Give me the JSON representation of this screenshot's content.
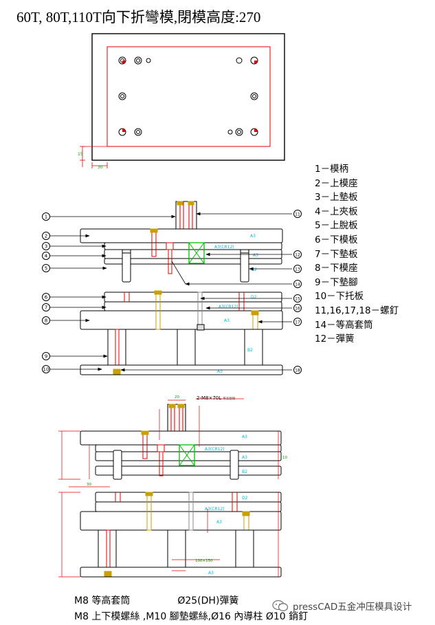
{
  "title": "60T, 80T,110T向下折彎模,閉模高度:270",
  "top_view": {
    "dim_small_left": "15",
    "dim_small_bottom": "30"
  },
  "parts_legend": [
    "1－模柄",
    "2－上模座",
    "3－上墊板",
    "4－上夾板",
    "5－上脫板",
    "6－下模板",
    "7－下墊板",
    "8－下模座",
    "9－下墊腳",
    "10－下托板",
    "11,16,17,18－螺釘",
    "14－等高套筒",
    "12－彈簧"
  ],
  "balloons": [
    "1",
    "2",
    "3",
    "4",
    "5",
    "6",
    "7",
    "8",
    "9",
    "10",
    "11",
    "12",
    "13",
    "14",
    "15",
    "16",
    "17",
    "18"
  ],
  "plate_labels": {
    "a3": "A3",
    "a3_cr12": "A3(CR12)",
    "b2": "B2",
    "d2": "D2"
  },
  "dim_view": {
    "callout": "2-M8×70L",
    "callout_tail": "等高套筒",
    "dim_20": "20",
    "dim_10": "10",
    "dim_30": "30",
    "dim_100x150": "100×150"
  },
  "footer": {
    "line1_a": "M8 等高套筒",
    "line1_b": "Ø25(DH)彈簧",
    "line2": "M8 上下模螺絲 ,M10 腳墊螺絲,Ø16 內導柱  Ø10 銷釘"
  },
  "watermark": "pressCAD五金冲压模具设计",
  "colors": {
    "outline": "#000000",
    "accent_red": "#e00000",
    "cyan": "#00b4d8",
    "green": "#00c000",
    "yellow": "#c8a000",
    "gray_fill": "#f2f2f2"
  }
}
